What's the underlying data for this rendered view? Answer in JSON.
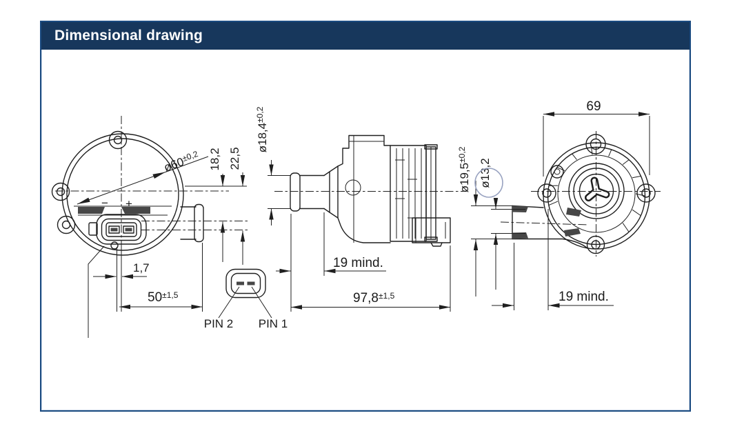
{
  "header": {
    "title": "Dimensional drawing"
  },
  "colors": {
    "header_bg": "#17375c",
    "frame_border": "#1a4a80",
    "ink": "#1f1f1f",
    "balloon": "#98a2c0"
  },
  "front_view": {
    "bolt_circle_dia": "ø60",
    "bolt_circle_tol": "±0,2",
    "polarity_minus": "−",
    "polarity_plus": "+",
    "axis_height_1": "18,2",
    "axis_height_2": "22,5",
    "connector_offset": "1,7",
    "port_length": "50",
    "port_length_tol": "±1,5"
  },
  "connector_detail": {
    "pin2_label": "PIN 2",
    "pin1_label": "PIN 1"
  },
  "side_view": {
    "port_dia": "ø18,4",
    "port_dia_tol": "±0,2",
    "hose_min": "19 mind.",
    "overall_length": "97,8",
    "overall_length_tol": "±1,5"
  },
  "rear_view": {
    "housing_width": "69",
    "port_outer_dia": "ø19,5",
    "port_outer_dia_tol": "±0,2",
    "port_inner_dia": "ø13,2",
    "hose_min": "19 mind."
  }
}
